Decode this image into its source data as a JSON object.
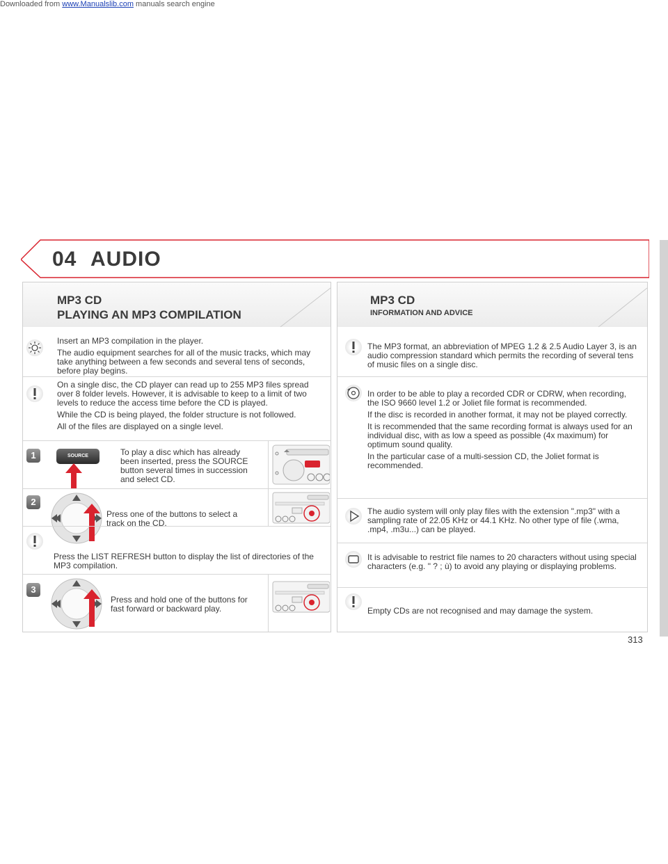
{
  "topbar": {
    "prefix": "Downloaded from ",
    "link": "www.Manualslib.com",
    "suffix": " manuals search engine"
  },
  "chapter": {
    "number": "04",
    "title": "AUDIO"
  },
  "left": {
    "title1": "MP3 CD",
    "title2": "PLAYING AN MP3 COMPILATION",
    "tip": [
      "Insert an MP3 compilation in the player.",
      "The audio equipment searches for all of the music tracks, which may take anything between a few seconds and several tens of seconds, before play begins."
    ],
    "warning1": [
      "On a single disc, the CD player can read up to 255 MP3 files spread over 8 folder levels. However, it is advisable to keep to a limit of two levels to reduce the access time before the CD is played.",
      "While the CD is being played, the folder structure is not followed.",
      "All of the files are displayed on a single level."
    ],
    "step1": {
      "num": "1",
      "button": "SOURCE",
      "text": "To play a disc which has already been inserted, press the SOURCE button several times in succession and select CD."
    },
    "step2": {
      "num": "2",
      "text": "Press one of the buttons to select a track on the CD."
    },
    "warning2": "Press the LIST REFRESH button to display the list of directories of the MP3 compilation.",
    "step3": {
      "num": "3",
      "text": "Press and hold one of the buttons for fast forward or backward play."
    }
  },
  "right": {
    "title1": "MP3 CD",
    "title2": "INFORMATION AND ADVICE",
    "item1": "The MP3 format, an abbreviation of MPEG 1.2 & 2.5 Audio Layer 3, is an audio compression standard which permits the recording of several tens of music files on a single disc.",
    "item2": [
      "In order to be able to play a recorded CDR or CDRW, when recording, the ISO 9660 level 1.2 or Joliet file format is recommended.",
      "If the disc is recorded in another format, it may not be played correctly.",
      "It is recommended that the same recording format is always used for an individual disc, with as low a speed as possible (4x maximum) for optimum sound quality.",
      "In the particular case of a multi-session CD, the Joliet format is recommended."
    ],
    "item3": "The audio system will only play files with the extension \".mp3\" with a sampling rate of 22.05 KHz or 44.1 KHz. No other type of file (.wma, .mp4, .m3u...) can be played.",
    "item4": "It is advisable to restrict file names to 20 characters without using special characters (e.g. \" ? ; ù) to avoid any playing or displaying problems.",
    "item5": "Empty CDs are not recognised and may damage the system."
  },
  "page_number": "313",
  "colors": {
    "accent": "#d9232e",
    "text": "#3a3a3a",
    "border": "#cfcfcf"
  }
}
